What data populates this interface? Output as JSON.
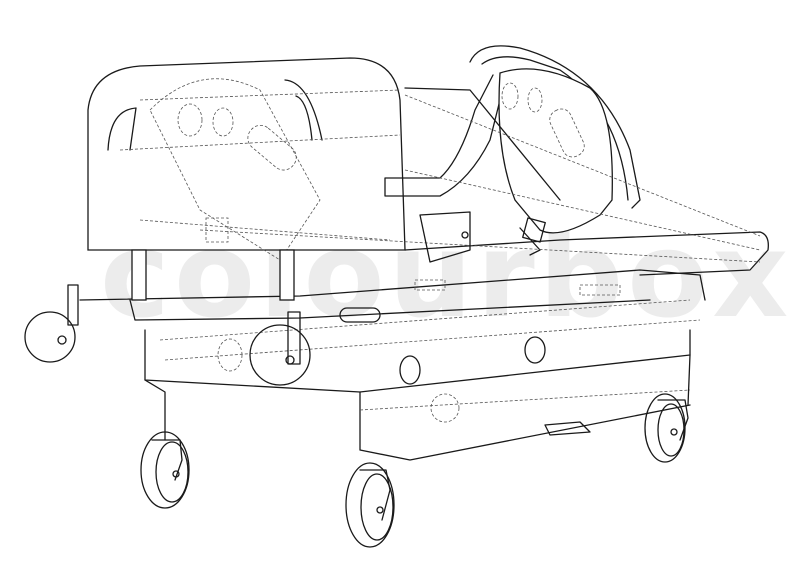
{
  "image": {
    "subject": "hospital bed technical line drawing",
    "style": "black wireframe with dashed hidden lines on white",
    "watermark": "colourbox",
    "colors": {
      "background": "#ffffff",
      "line": "#1a1a1a",
      "hidden_line": "#555555",
      "watermark": "#ececec"
    }
  }
}
